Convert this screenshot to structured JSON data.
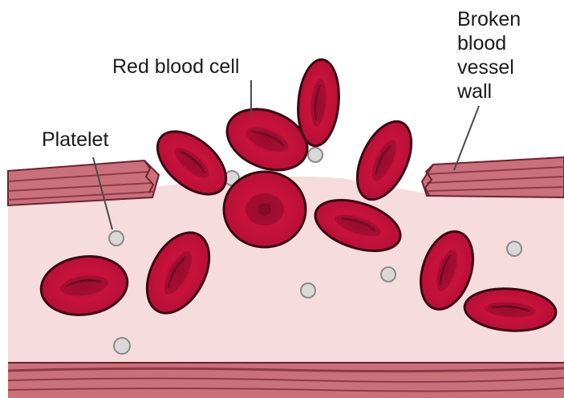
{
  "labels": {
    "red_blood_cell": "Red blood cell",
    "platelet": "Platelet",
    "broken_wall": [
      "Broken",
      "blood",
      "vessel",
      "wall"
    ]
  },
  "colors": {
    "vessel_wall": "#c9707a",
    "vessel_wall_dark": "#8d3a47",
    "plasma": "#f6dcdc",
    "rbc_fill": "#c2103a",
    "rbc_dark": "#7c0a24",
    "rbc_outline": "#3a0712",
    "platelet_fill": "#d9d9d9",
    "platelet_outline": "#8a8a8a"
  }
}
